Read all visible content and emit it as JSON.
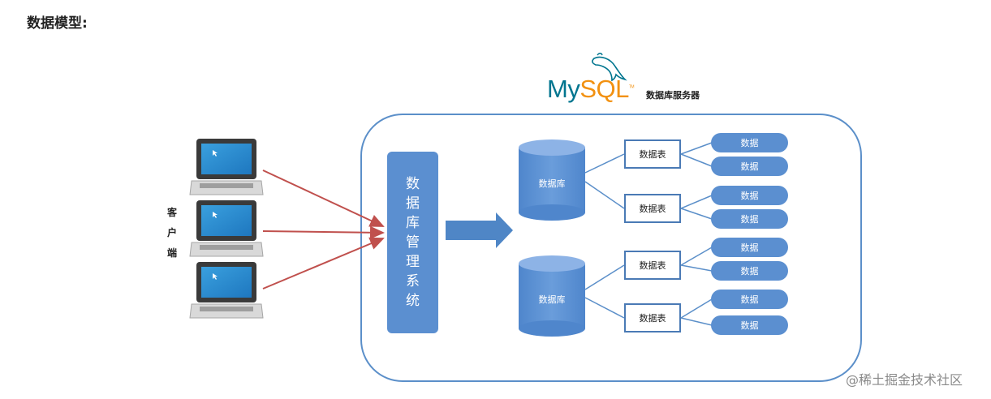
{
  "heading": "数据模型:",
  "logo": {
    "my": "My",
    "sql": "SQL",
    "tm": "TM"
  },
  "server_label": "数据库服务器",
  "client_label": [
    "客",
    "户",
    "端"
  ],
  "dbms_label": [
    "数",
    "据",
    "库",
    "管",
    "理",
    "系",
    "统"
  ],
  "databases": [
    {
      "label": "数据库",
      "tables": [
        {
          "label": "数据表",
          "rows": [
            "数据",
            "数据"
          ]
        },
        {
          "label": "数据表",
          "rows": [
            "数据",
            "数据"
          ]
        }
      ]
    },
    {
      "label": "数据库",
      "tables": [
        {
          "label": "数据表",
          "rows": [
            "数据",
            "数据"
          ]
        },
        {
          "label": "数据表",
          "rows": [
            "数据",
            "数据"
          ]
        }
      ]
    }
  ],
  "watermark": "@稀土掘金技术社区",
  "colors": {
    "accent_blue": "#5b8fd0",
    "border_blue": "#5b8fc9",
    "arrow_red": "#c0504d",
    "mysql_teal": "#00758f",
    "mysql_orange": "#f29111"
  }
}
